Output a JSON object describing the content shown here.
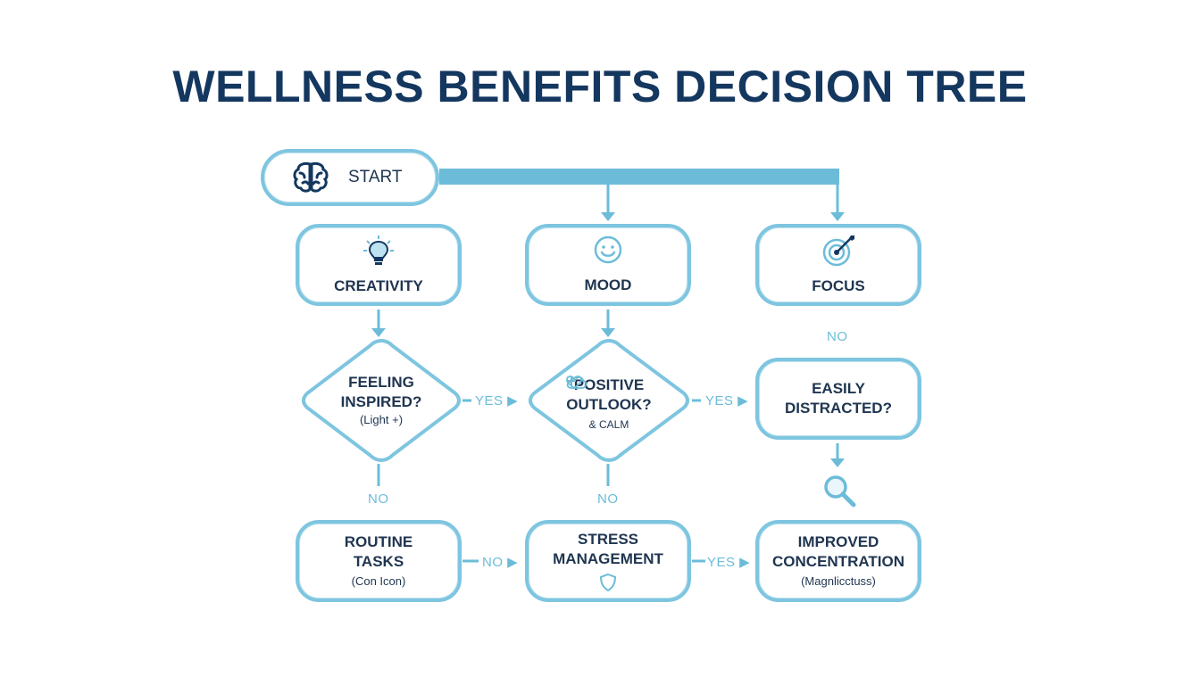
{
  "title": "WELLNESS BENEFITS DECISION TREE",
  "colors": {
    "title": "#14375f",
    "stroke": "#7ec5e0",
    "text": "#1f3550",
    "edge_label": "#6cbcd9"
  },
  "nodes": {
    "start": {
      "label": "START",
      "icon": "brain-icon"
    },
    "creativity": {
      "label": "CREATIVITY",
      "icon": "lightbulb-icon"
    },
    "mood": {
      "label": "MOOD",
      "icon": "smiley-icon"
    },
    "focus": {
      "label": "FOCUS",
      "icon": "target-icon"
    },
    "feeling_inspired": {
      "line1": "FEELING",
      "line2": "INSPIRED?",
      "note": "(Light    +)"
    },
    "positive_outlook": {
      "line1": "POSITIVE",
      "line2": "OUTLOOK?",
      "note": "& CALM",
      "icons": [
        "heart-icon",
        "cloud-icon"
      ]
    },
    "easily_distracted": {
      "line1": "EASILY",
      "line2": "DISTRACTED?"
    },
    "routine_tasks": {
      "line1": "ROUTINE",
      "line2": "TASKS",
      "note": "(Con Icon)"
    },
    "stress_management": {
      "line1": "STRESS",
      "line2": "MANAGEMENT",
      "icon": "shield-icon"
    },
    "improved_concentration": {
      "line1": "IMPROVED",
      "line2": "CONCENTRATION",
      "note": "(Magnlicctuss)"
    },
    "magnifier": {
      "icon": "magnifier-icon"
    }
  },
  "edge_labels": {
    "inspired_to_outlook": "YES ▶",
    "outlook_to_distracted": "YES ▶",
    "focus_no": "NO",
    "inspired_no": "NO",
    "outlook_no": "NO",
    "routine_to_stress": "NO ▶",
    "stress_to_concentration": "YES ▶"
  }
}
